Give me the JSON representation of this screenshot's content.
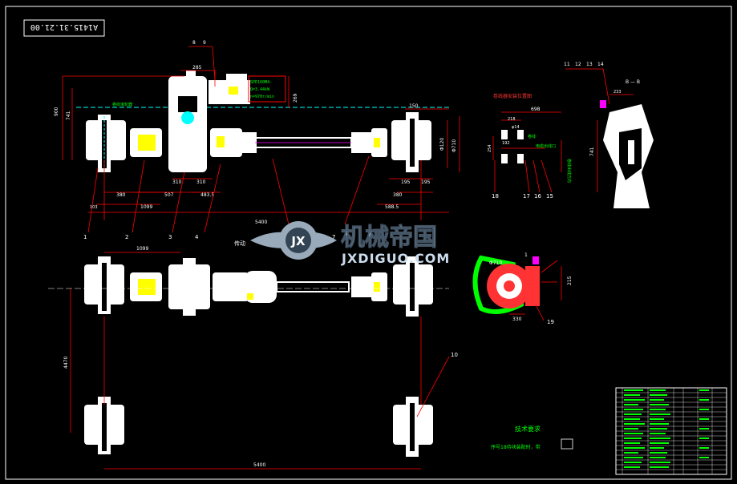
{
  "drawing": {
    "number": "A1415.31.21.00",
    "watermark": {
      "brand_cn": "机械帝国",
      "brand_en": "JXDIGUO.COM",
      "emblem": "JX"
    },
    "callouts_top": [
      "8",
      "9"
    ],
    "callouts_detail": [
      "11",
      "12",
      "13",
      "14"
    ],
    "parts_bottom": [
      "1",
      "2",
      "3",
      "4"
    ],
    "part_7": "7",
    "part_10": "10",
    "part_15_group": [
      "18",
      "17",
      "16",
      "15"
    ],
    "part_19": "19",
    "dims_top": {
      "d900": "900",
      "d741": "741",
      "d285": "285",
      "d269": "269",
      "d150": "150",
      "d710": "Φ710",
      "d120": "Φ120",
      "d103": "103",
      "d380": "380",
      "d310a": "310",
      "d310b": "310",
      "d1099": "1099",
      "d507": "507",
      "d4835": "483.5",
      "d5885": "588.5",
      "d195a": "195",
      "d195b": "195",
      "d380b": "380",
      "d5400": "5400"
    },
    "motor_label": [
      "SPE160M4-",
      "Q=3.44kW",
      "n=970r/min"
    ],
    "annot_top": "卷绕滚轮器",
    "dims_front": {
      "d1099": "1099",
      "d4470": "4470",
      "d5400": "5400"
    },
    "front_label": "传动",
    "mid_detail": {
      "title": "卷线器安装位置图",
      "d698": "698",
      "d218": "218",
      "d14": "φ14",
      "d254": "254",
      "d192": "192",
      "t1": "卷线",
      "t2": "电缆出线口",
      "t3": "卷线出线方向"
    },
    "detail_right": {
      "section": "B — B",
      "d233": "233",
      "d741": "741"
    },
    "reel": {
      "d710": "Φ710",
      "d330": "330",
      "d215": "215",
      "d1": "1"
    },
    "tech": {
      "title": "技术要求",
      "text": "序号18待块装配时，带"
    }
  }
}
